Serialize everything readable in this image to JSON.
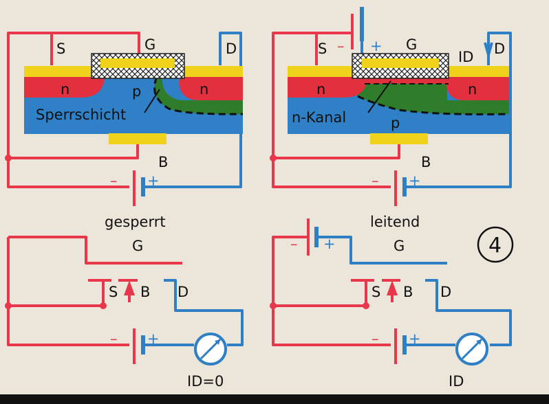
{
  "colors": {
    "paper": "#ece6da",
    "red_wire": "#e8364a",
    "blue_wire": "#2e7fc4",
    "metal_yellow": "#f1d21a",
    "n_region": "#e3303f",
    "p_substrate": "#2f80c6",
    "depletion_green": "#2f7d2a",
    "oxide_hatch": "#ffffff"
  },
  "top_left": {
    "source_label": "S",
    "gate_label": "G",
    "drain_label": "D",
    "bulk_label": "B",
    "n_left": "n",
    "n_right": "n",
    "p_label": "p",
    "depletion_label": "Sperrschicht",
    "battery_minus": "–",
    "battery_plus": "+",
    "state_caption": "gesperrt"
  },
  "top_right": {
    "source_label": "S",
    "gate_label": "G",
    "drain_label": "D",
    "bulk_label": "B",
    "current_label": "ID",
    "n_left": "n",
    "n_right": "n",
    "p_label": "p",
    "channel_label": "n-Kanal",
    "gate_minus": "–",
    "gate_plus": "+",
    "battery_minus": "–",
    "battery_plus": "+",
    "state_caption": "leitend"
  },
  "bottom_left": {
    "gate_label": "G",
    "source_label": "S",
    "bulk_label": "B",
    "drain_label": "D",
    "battery_minus": "–",
    "battery_plus": "+",
    "meter_reading": "ID=0"
  },
  "bottom_right": {
    "gate_label": "G",
    "source_label": "S",
    "bulk_label": "B",
    "drain_label": "D",
    "gate_minus": "–",
    "gate_plus": "+",
    "battery_minus": "–",
    "battery_plus": "+",
    "meter_reading": "ID"
  },
  "figure_number": "4"
}
